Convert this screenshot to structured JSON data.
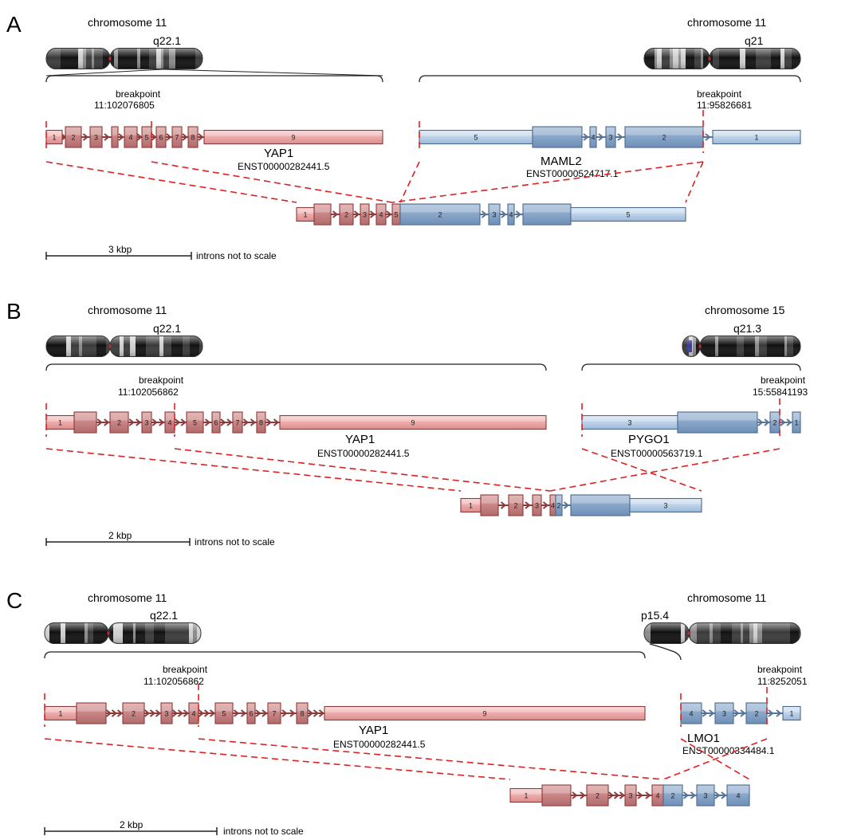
{
  "colors": {
    "red_fill": "#efb1b1",
    "red_stroke": "#8c3a3a",
    "red_arrow": "#8c3a3a",
    "blue_fill": "#bcd2ea",
    "blue_stroke": "#4c6a8c",
    "blue_arrow": "#56749a",
    "dash": "#e02020",
    "ideogram_band": "#1a1a1a",
    "centromere": "#c0282c",
    "tag_blue": "#3a3a9a"
  },
  "scale_note": "introns not to scale",
  "panels": [
    {
      "label": "A",
      "left_chrom": {
        "title": "chromosome 11",
        "band": "q22.1"
      },
      "right_chrom": {
        "title": "chromosome 11",
        "band": "q21"
      },
      "left_bp": {
        "label": "breakpoint",
        "coord": "11:102076805"
      },
      "right_bp": {
        "label": "breakpoint",
        "coord": "11:95826681"
      },
      "left_gene": {
        "name": "YAP1",
        "transcript": "ENST00000282441.5",
        "exons": [
          "1",
          "2",
          "3",
          "4",
          "5",
          "6",
          "7",
          "8",
          "9"
        ]
      },
      "right_gene": {
        "name": "MAML2",
        "transcript": "ENST00000524717.1",
        "exons": [
          "5",
          "4",
          "3",
          "2",
          "1"
        ]
      },
      "fusion_exons": [
        "1",
        "2",
        "3",
        "4",
        "5",
        "2",
        "3",
        "4",
        "5"
      ],
      "scale": "3 kbp"
    },
    {
      "label": "B",
      "left_chrom": {
        "title": "chromosome 11",
        "band": "q22.1"
      },
      "right_chrom": {
        "title": "chromosome 15",
        "band": "q21.3"
      },
      "left_bp": {
        "label": "breakpoint",
        "coord": "11:102056862"
      },
      "right_bp": {
        "label": "breakpoint",
        "coord": "15:55841193"
      },
      "left_gene": {
        "name": "YAP1",
        "transcript": "ENST00000282441.5",
        "exons": [
          "1",
          "2",
          "3",
          "4",
          "5",
          "6",
          "7",
          "8",
          "9"
        ]
      },
      "right_gene": {
        "name": "PYGO1",
        "transcript": "ENST00000563719.1",
        "exons": [
          "3",
          "2",
          "1"
        ]
      },
      "fusion_exons": [
        "1",
        "2",
        "3",
        "4",
        "2",
        "3"
      ],
      "scale": "2 kbp"
    },
    {
      "label": "C",
      "left_chrom": {
        "title": "chromosome 11",
        "band": "q22.1"
      },
      "right_chrom": {
        "title": "chromosome 11",
        "band": "p15.4"
      },
      "left_bp": {
        "label": "breakpoint",
        "coord": "11:102056862"
      },
      "right_bp": {
        "label": "breakpoint",
        "coord": "11:8252051"
      },
      "left_gene": {
        "name": "YAP1",
        "transcript": "ENST00000282441.5",
        "exons": [
          "1",
          "2",
          "3",
          "4",
          "5",
          "6",
          "7",
          "8",
          "9"
        ]
      },
      "right_gene": {
        "name": "LMO1",
        "transcript": "ENST00000334484.1",
        "exons": [
          "4",
          "3",
          "2",
          "1"
        ]
      },
      "fusion_exons": [
        "1",
        "2",
        "3",
        "4",
        "2",
        "3",
        "4"
      ],
      "scale": "2 kbp"
    }
  ]
}
